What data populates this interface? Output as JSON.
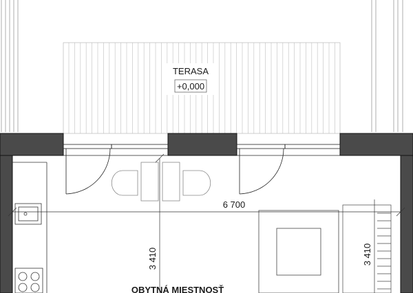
{
  "plan": {
    "terrace": {
      "name": "TERASA",
      "level": "+0,000"
    },
    "room": {
      "name": "OBYTNÁ MIESTNOSŤ"
    },
    "dimensions": {
      "width": "6 700",
      "height_left": "3 410",
      "height_right": "3 410"
    },
    "colors": {
      "wall": "#4a4a4a",
      "line": "#222222",
      "thin": "#9a9a9a",
      "decking": "#c8c8c8"
    }
  }
}
